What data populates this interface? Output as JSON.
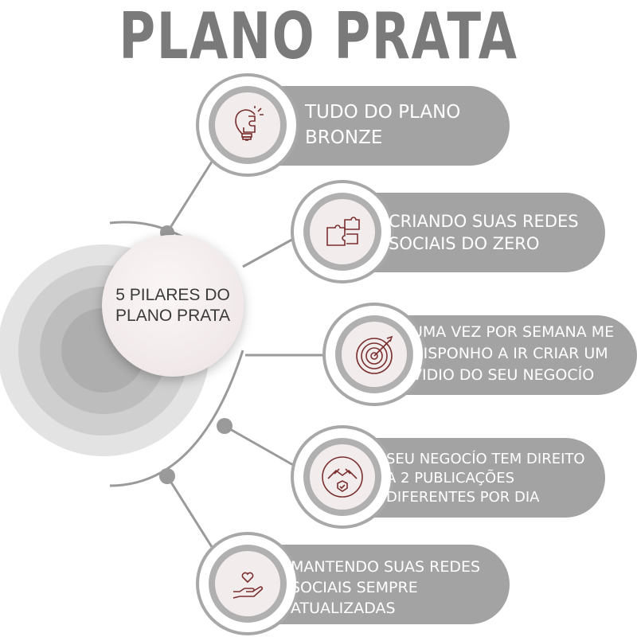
{
  "title": "PLANO PRATA",
  "hub": {
    "label": "5 PILARES DO PLANO PRATA"
  },
  "items": [
    {
      "text_lines": [
        "TUDO DO PLANO",
        "BRONZE"
      ],
      "icon": "lightbulb-puzzle-icon"
    },
    {
      "text_lines": [
        "CRIANDO SUAS REDES",
        "SOCIAIS DO ZERO"
      ],
      "icon": "puzzle-pieces-icon"
    },
    {
      "text_lines": [
        "UMA VEZ POR SEMANA ME",
        "DISPONHO A IR CRIAR UM",
        "VIDIO DO SEU NEGOCÍO"
      ],
      "icon": "target-icon"
    },
    {
      "text_lines": [
        "SEU NEGOCÍO TEM DIREITO",
        "A 2 PUBLICAÇÕES",
        "DIFERENTES POR DIA"
      ],
      "icon": "handshake-icon"
    },
    {
      "text_lines": [
        "MANTENDO SUAS REDES",
        "SOCIAIS SEMPRE",
        "ATUALIZADAS"
      ],
      "icon": "heart-hand-icon"
    }
  ],
  "colors": {
    "title": "#7a7a7a",
    "pill": "#a3a3a3",
    "line": "#9a9a9a",
    "hub": "#f3ecec"
  }
}
